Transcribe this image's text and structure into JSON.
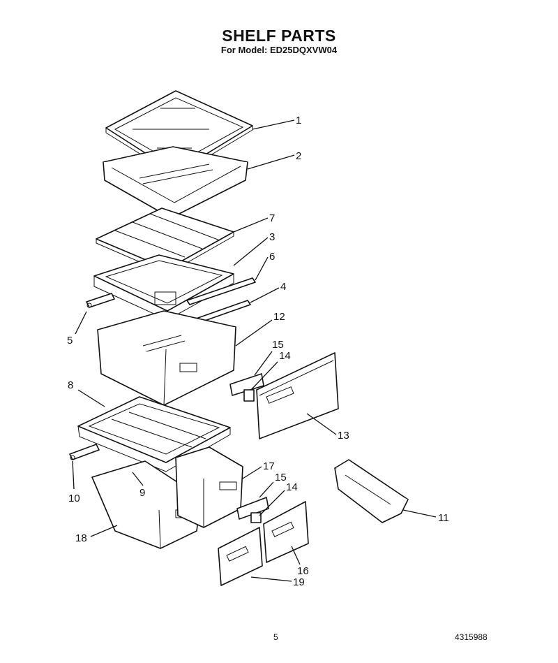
{
  "header": {
    "title": "SHELF PARTS",
    "model_line": "For Model: ED25DQXVW04"
  },
  "footer": {
    "page_number": "5",
    "document_number": "4315988"
  },
  "callouts": {
    "c1": "1",
    "c2": "2",
    "c3": "3",
    "c4": "4",
    "c5": "5",
    "c6": "6",
    "c7": "7",
    "c8": "8",
    "c9": "9",
    "c10": "10",
    "c11": "11",
    "c12": "12",
    "c13": "13",
    "c14a": "14",
    "c14b": "14",
    "c15a": "15",
    "c15b": "15",
    "c16": "16",
    "c17": "17",
    "c18": "18",
    "c19": "19"
  }
}
